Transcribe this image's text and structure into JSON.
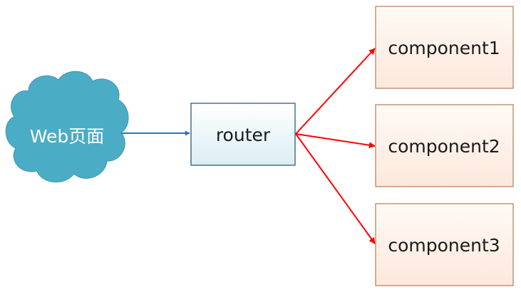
{
  "source": {
    "label": "Web页面",
    "fill": "#4bacc6",
    "text_color": "#ffffff"
  },
  "router": {
    "label": "router",
    "fill_top": "#ffffff",
    "fill_bottom": "#dbeef4",
    "border": "#1f4e6e"
  },
  "components": [
    {
      "label": "component1"
    },
    {
      "label": "component2"
    },
    {
      "label": "component3"
    }
  ],
  "component_style": {
    "fill_top": "#fffaf5",
    "fill_bottom": "#fde8dc",
    "border": "#b87a55"
  },
  "edges": {
    "source_to_router_color": "#2e75b6",
    "router_to_component_color": "#ff0000"
  }
}
